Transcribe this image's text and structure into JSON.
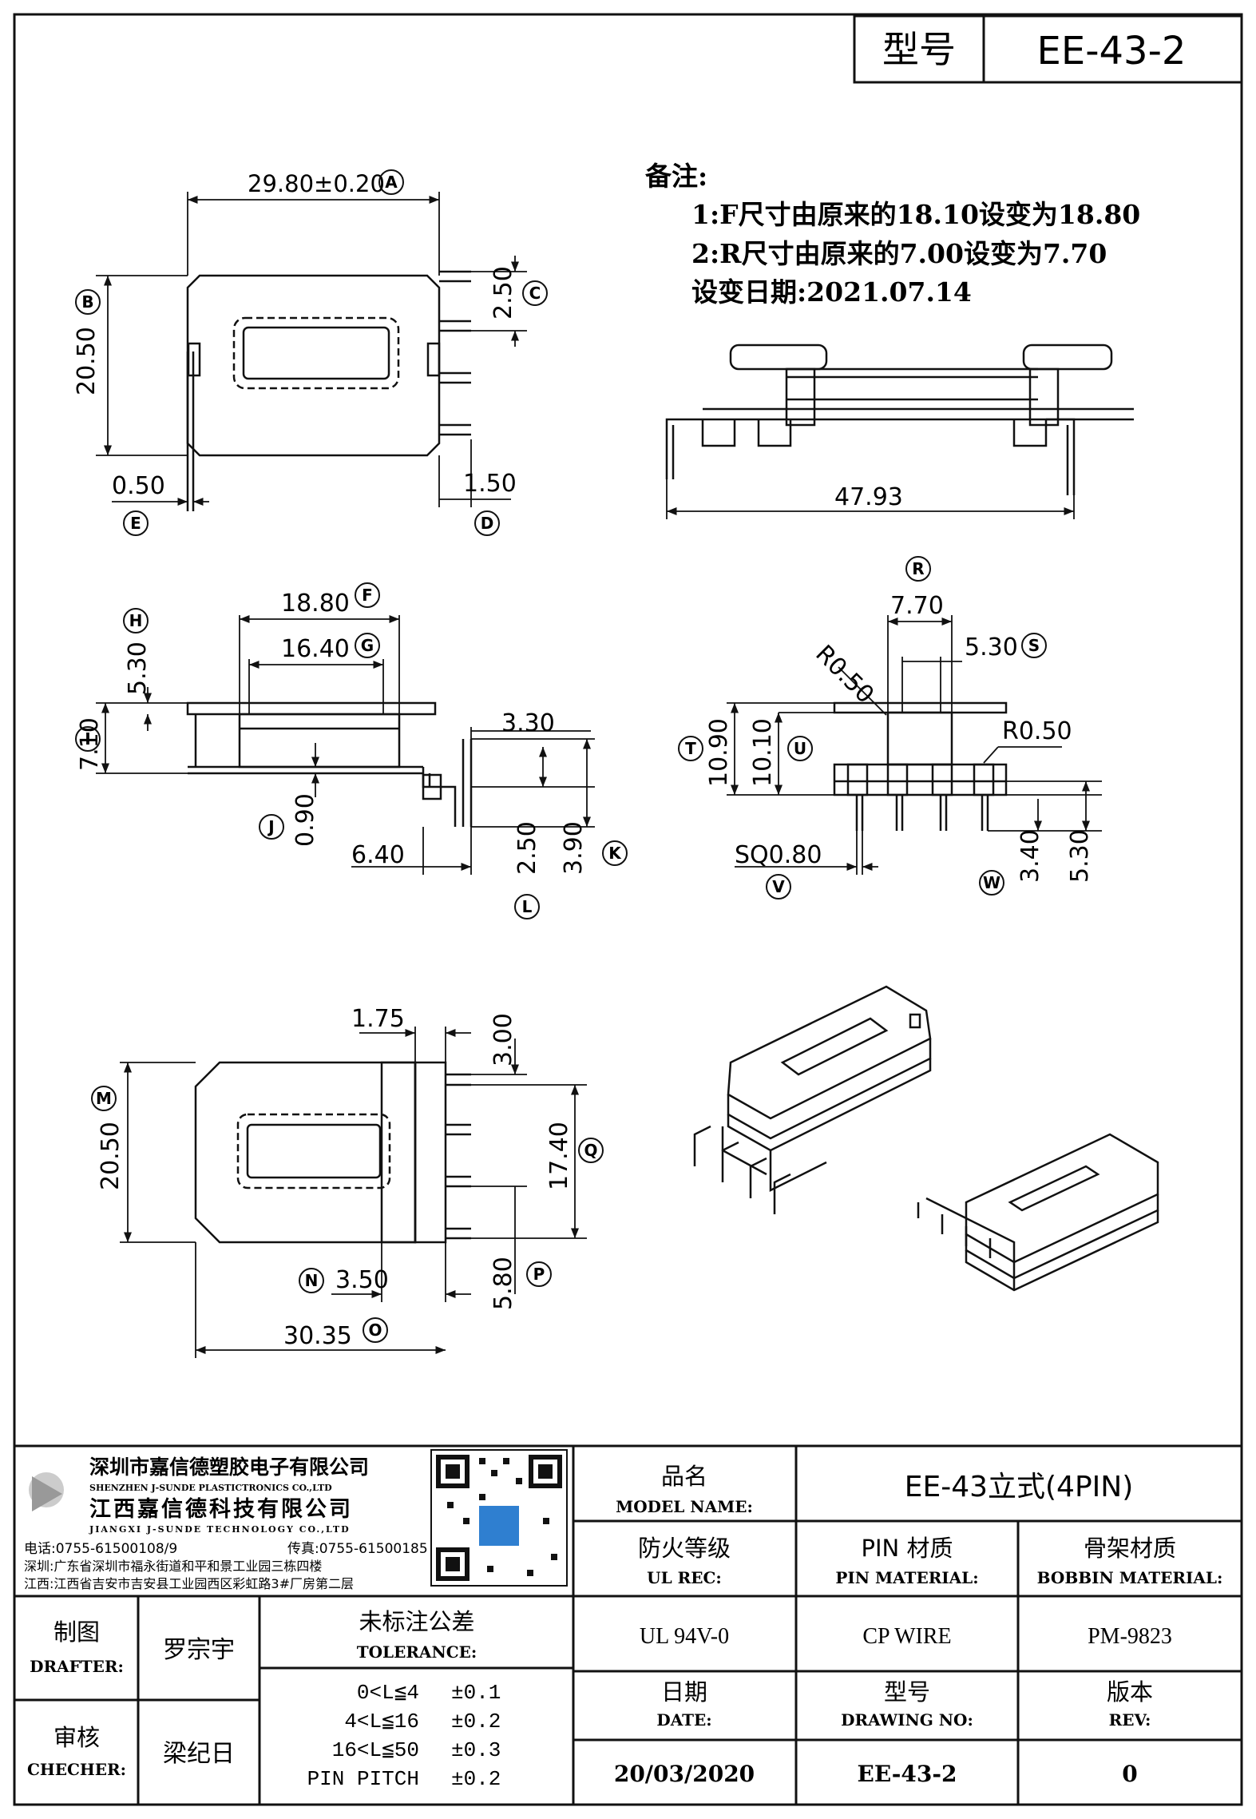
{
  "header": {
    "model_label": "型号",
    "model_value": "EE-43-2"
  },
  "notes": {
    "title": "备注:",
    "lines": [
      "1:F尺寸由原来的18.10设变为18.80",
      "2:R尺寸由原来的7.00设变为7.70",
      "设变日期:2021.07.14"
    ]
  },
  "dims": {
    "A": "29.80±0.20",
    "B": "20.50",
    "C": "2.50",
    "D": "1.50",
    "E": "0.50",
    "F": "18.80",
    "G": "16.40",
    "H": "5.30",
    "I": "7.10",
    "J": "0.90",
    "K": "3.90",
    "L": "2.50",
    "len_330": "3.30",
    "len_640": "6.40",
    "R": "7.70",
    "S": "5.30",
    "T": "10.90",
    "U": "10.10",
    "V": "SQ0.80",
    "W": "3.40",
    "W2": "5.30",
    "r1": "R0.50",
    "r2": "R0.50",
    "len_4793": "47.93",
    "len_175": "1.75",
    "len_300": "3.00",
    "M": "20.50",
    "Q": "17.40",
    "N": "3.50",
    "P": "5.80",
    "O": "30.35"
  },
  "letters": [
    "A",
    "B",
    "C",
    "D",
    "E",
    "F",
    "G",
    "H",
    "I",
    "J",
    "K",
    "L",
    "M",
    "N",
    "O",
    "P",
    "Q",
    "R",
    "S",
    "T",
    "U",
    "V",
    "W"
  ],
  "company": {
    "name1": "深圳市嘉信德塑胶电子有限公司",
    "name1_en": "SHENZHEN J-SUNDE PLASTICTRONICS CO.,LTD",
    "name2": "江西嘉信德科技有限公司",
    "name2_en": "JIANGXI J-SUNDE TECHNOLOGY CO.,LTD",
    "tel": "电话:0755-61500108/9",
    "fax": "传真:0755-61500185",
    "addr_sz": "深圳:广东省深圳市福永街道和平和景工业园三栋四楼",
    "addr_jx": "江西:江西省吉安市吉安县工业园西区彩虹路3#厂房第二层"
  },
  "title_block": {
    "product_label_cn": "品名",
    "product_label_en": "MODEL NAME:",
    "product_value": "EE-43立式(4PIN)",
    "ul_label_cn": "防火等级",
    "ul_label_en": "UL REC:",
    "ul_value": "UL 94V-0",
    "pin_label_cn": "PIN 材质",
    "pin_label_en": "PIN MATERIAL:",
    "pin_value": "CP WIRE",
    "bobbin_label_cn": "骨架材质",
    "bobbin_label_en": "BOBBIN MATERIAL:",
    "bobbin_value": "PM-9823",
    "date_label_cn": "日期",
    "date_label_en": "DATE:",
    "date_value": "20/03/2020",
    "drawing_label_cn": "型号",
    "drawing_label_en": "DRAWING NO:",
    "drawing_value": "EE-43-2",
    "rev_label_cn": "版本",
    "rev_label_en": "REV:",
    "rev_value": "0",
    "drafter_label_cn": "制图",
    "drafter_label_en": "DRAFTER:",
    "drafter_value": "罗宗宇",
    "checker_label_cn": "审核",
    "checker_label_en": "CHECHER:",
    "checker_value": "梁纪日",
    "tol_label_cn": "未标注公差",
    "tol_label_en": "TOLERANCE:",
    "tol_rows": [
      {
        "range": "0<L≦4",
        "value": "±0.1"
      },
      {
        "range": "4<L≦16",
        "value": "±0.2"
      },
      {
        "range": "16<L≦50",
        "value": "±0.3"
      },
      {
        "range": "PIN PITCH",
        "value": "±0.2"
      }
    ]
  }
}
